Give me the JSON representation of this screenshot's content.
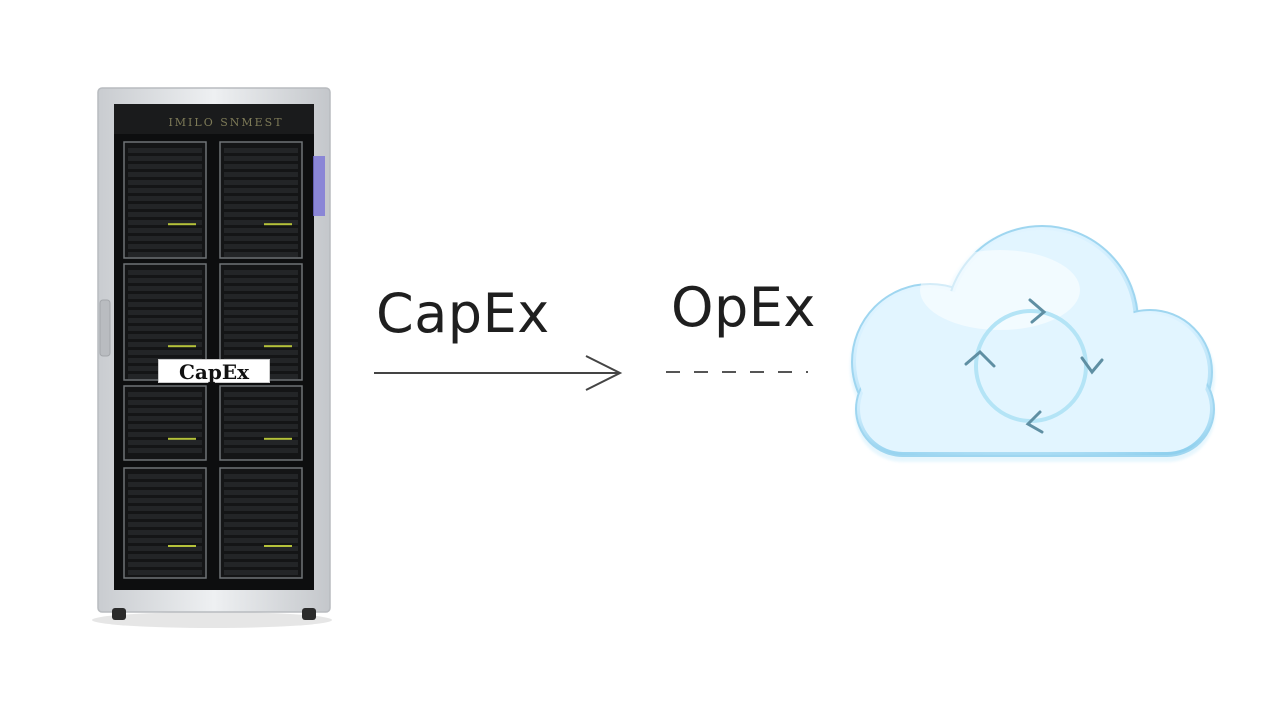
{
  "diagram": {
    "left_label": "CapEx",
    "right_label": "OpEx",
    "rack_label": "CapEx",
    "rack_brand": "IMILO SNMEST"
  },
  "icons": [
    "server-rack-icon",
    "arrow-right-icon",
    "dashed-line",
    "cloud-cycle-icon"
  ],
  "colors": {
    "text": "#1f1f1f",
    "arrow": "#444444",
    "rack_frame": "#d9dcdf",
    "rack_interior": "#111111",
    "rack_accent": "#7a74d8",
    "cloud_light": "#eaf7ff",
    "cloud_dark": "#8fd0ee",
    "cycle": "#5f8fa3"
  }
}
